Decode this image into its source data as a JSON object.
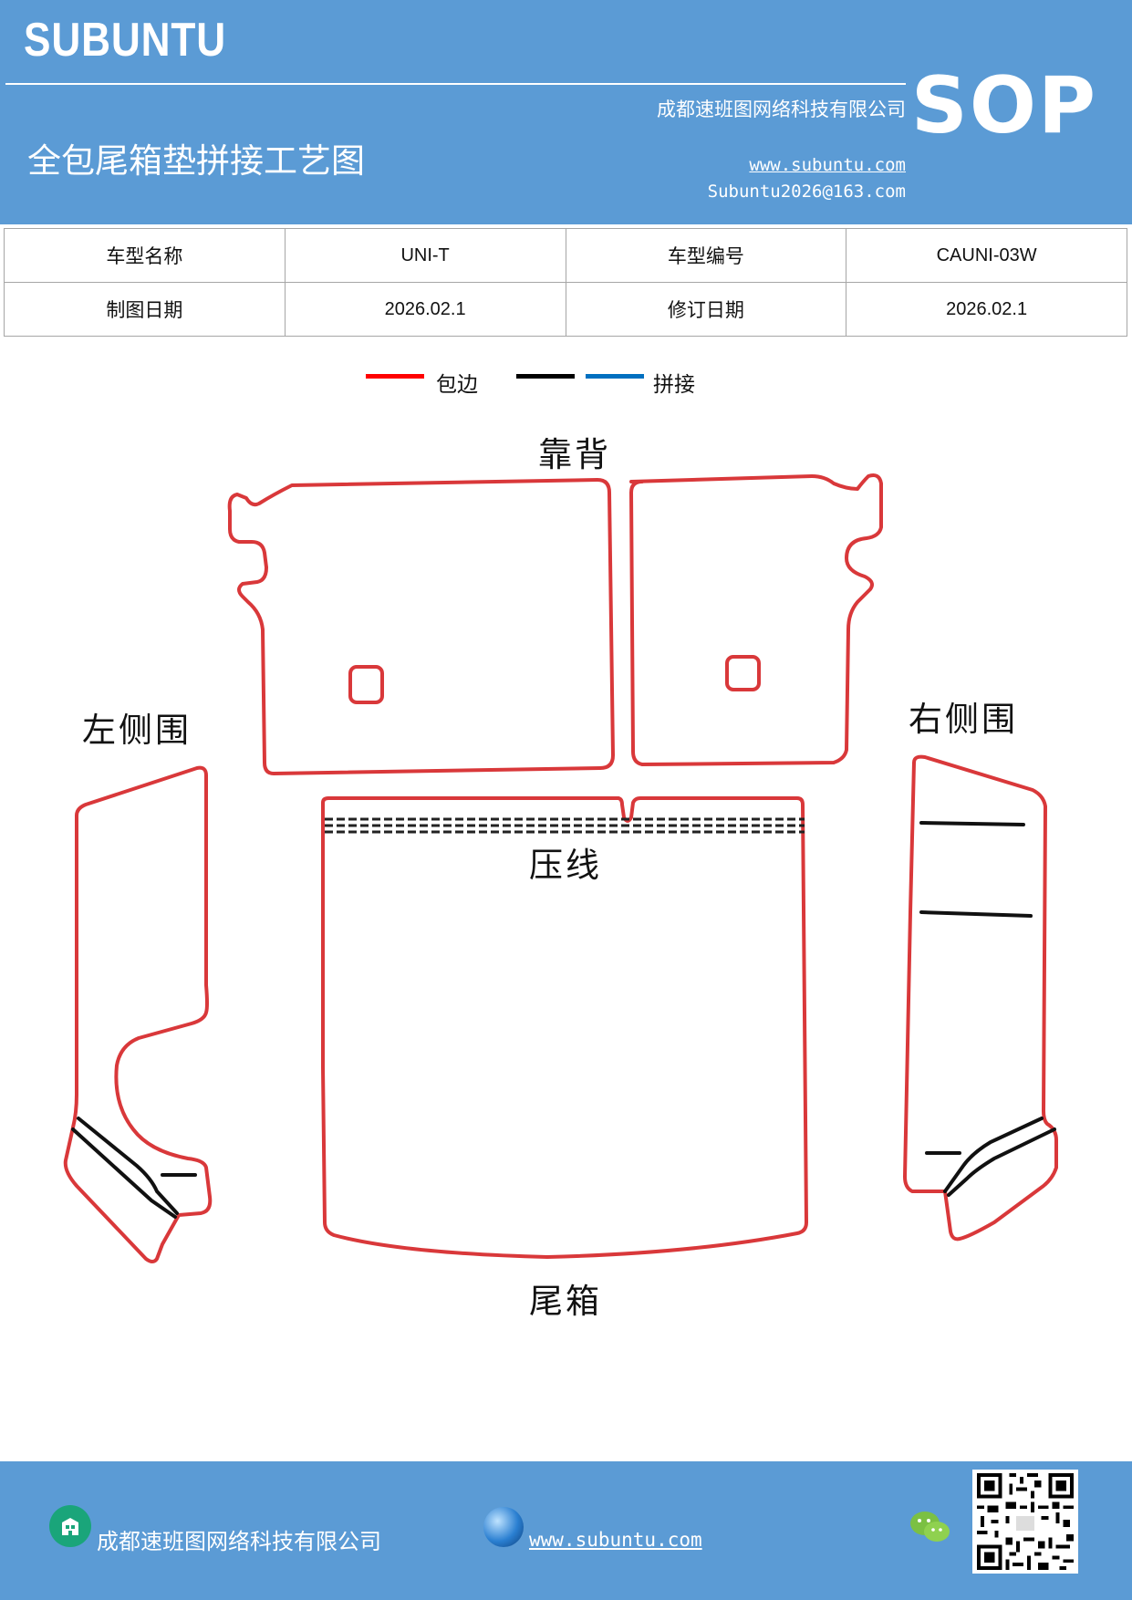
{
  "header": {
    "brand": "SUBUNTU",
    "company": "成都速班图网络科技有限公司",
    "title": "全包尾箱垫拼接工艺图",
    "website": "www.subuntu.com",
    "email": "Subuntu2026@163.com",
    "badge": "SOP"
  },
  "info_table": {
    "rows": [
      [
        "车型名称",
        "UNI-T",
        "车型编号",
        "CAUNI-03W"
      ],
      [
        "制图日期",
        "2026.02.1",
        "修订日期",
        "2026.02.1"
      ]
    ]
  },
  "legend": {
    "items": [
      {
        "label": "包边",
        "color": "#ff0000"
      },
      {
        "label": "",
        "color": "#000000"
      },
      {
        "label": "拼接",
        "color": "#0070c0"
      }
    ]
  },
  "diagram": {
    "outline_color": "#d9383a",
    "labels": {
      "backrest": "靠背",
      "left_side": "左侧围",
      "right_side": "右侧围",
      "press_line": "压线",
      "trunk": "尾箱"
    }
  },
  "footer": {
    "company": "成都速班图网络科技有限公司",
    "website": "www.subuntu.com"
  },
  "colors": {
    "header_bg": "#5b9bd5",
    "footer_bg": "#5b9bd5"
  }
}
